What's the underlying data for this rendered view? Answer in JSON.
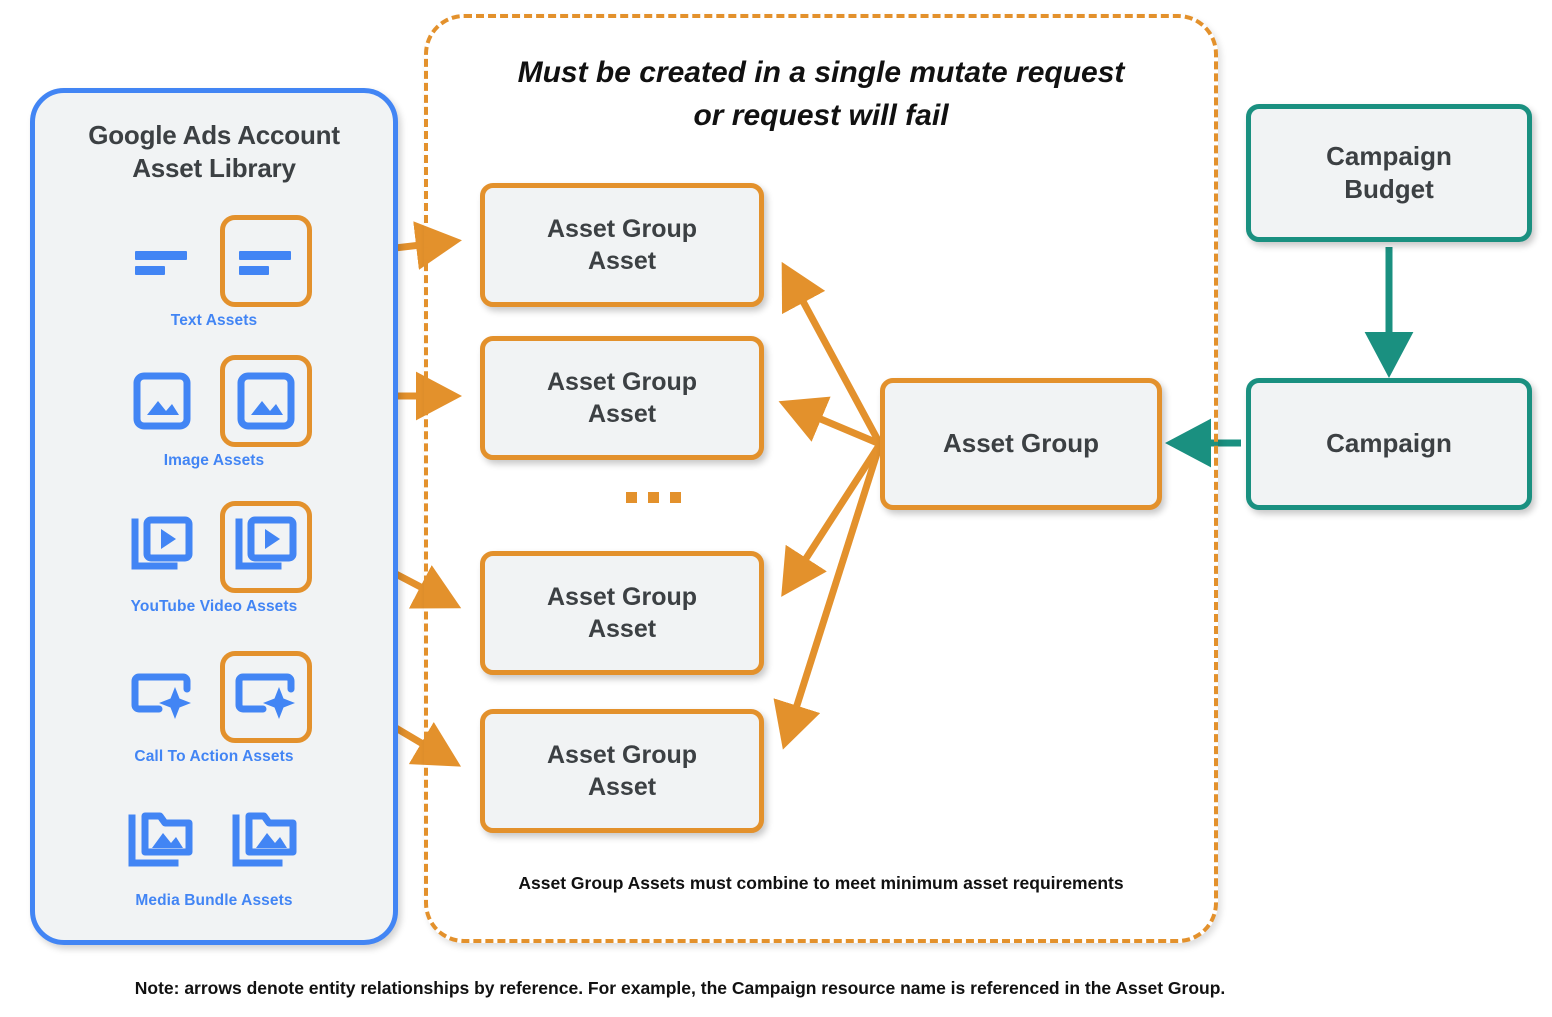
{
  "library": {
    "title_line1": "Google Ads Account",
    "title_line2": "Asset Library",
    "assets": [
      {
        "caption": "Text Assets",
        "icon": "text-asset-icon",
        "highlighted_index": 1,
        "count": 2
      },
      {
        "caption": "Image Assets",
        "icon": "image-asset-icon",
        "highlighted_index": 1,
        "count": 2
      },
      {
        "caption": "YouTube Video  Assets",
        "icon": "youtube-video-asset-icon",
        "highlighted_index": 1,
        "count": 2
      },
      {
        "caption": "Call To Action Assets",
        "icon": "call-to-action-asset-icon",
        "highlighted_index": 1,
        "count": 2
      },
      {
        "caption": "Media Bundle  Assets",
        "icon": "media-bundle-asset-icon",
        "highlighted_index": -1,
        "count": 2
      }
    ]
  },
  "mutate_container": {
    "heading_line1": "Must be created in a single mutate request",
    "heading_line2": "or request will fail",
    "footnote": "Asset Group Assets must combine to meet minimum asset requirements",
    "ellipsis": "..."
  },
  "nodes": {
    "asset_group_assets": [
      {
        "label": "Asset Group Asset",
        "line1": "Asset Group",
        "line2": "Asset"
      },
      {
        "label": "Asset Group Asset",
        "line1": "Asset Group",
        "line2": "Asset"
      },
      {
        "label": "Asset Group Asset",
        "line1": "Asset Group",
        "line2": "Asset"
      },
      {
        "label": "Asset Group Asset",
        "line1": "Asset Group",
        "line2": "Asset"
      }
    ],
    "asset_group": "Asset Group",
    "campaign_budget_line1": "Campaign",
    "campaign_budget_line2": "Budget",
    "campaign": "Campaign"
  },
  "note": "Note: arrows denote entity relationships by reference. For example, the Campaign resource name is referenced in the Asset Group.",
  "colors": {
    "orange": "#E3912C",
    "teal": "#1A9080",
    "blue": "#4285F4",
    "node_fill": "#F1F3F4",
    "text_dark": "#3c4043",
    "text_black": "#111111"
  }
}
